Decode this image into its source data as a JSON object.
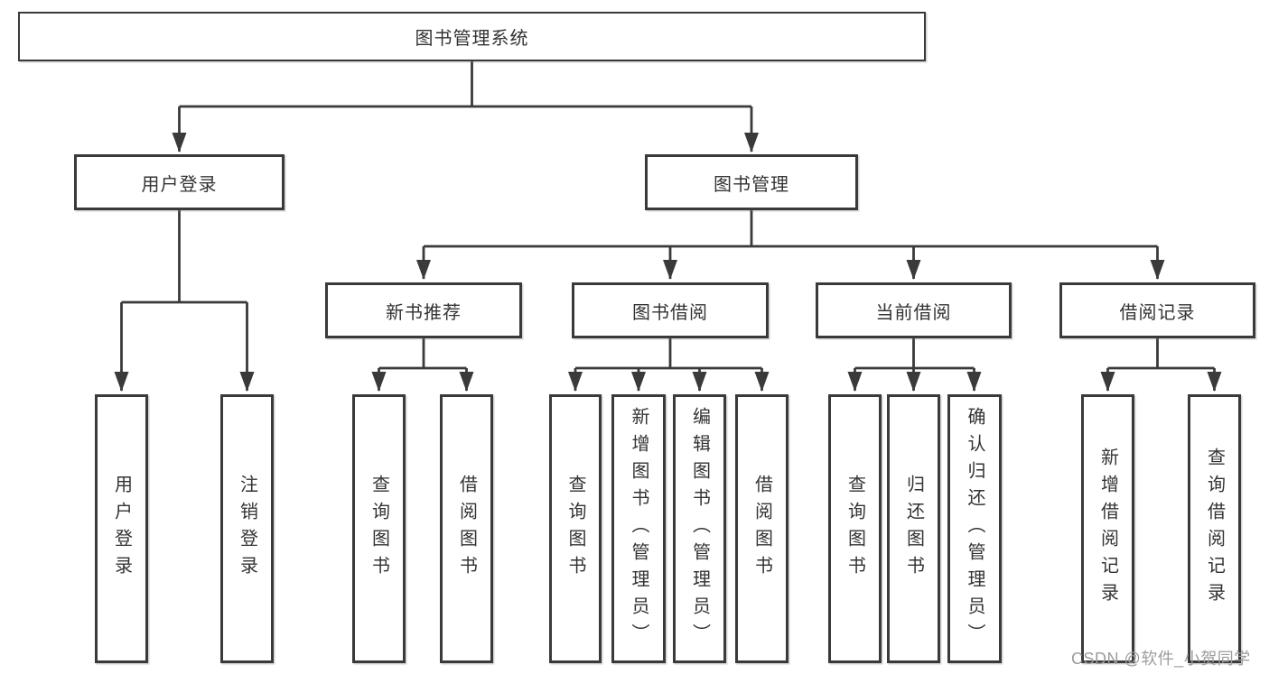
{
  "diagram": {
    "type": "hierarchy-tree",
    "root": {
      "label": "图书管理系统"
    },
    "level2": [
      {
        "label": "用户登录",
        "parent": "图书管理系统"
      },
      {
        "label": "图书管理",
        "parent": "图书管理系统"
      }
    ],
    "level3": [
      {
        "label": "新书推荐",
        "parent": "图书管理"
      },
      {
        "label": "图书借阅",
        "parent": "图书管理"
      },
      {
        "label": "当前借阅",
        "parent": "图书管理"
      },
      {
        "label": "借阅记录",
        "parent": "图书管理"
      }
    ],
    "leaves": [
      {
        "label": "用户登录",
        "parent": "用户登录"
      },
      {
        "label": "注销登录",
        "parent": "用户登录"
      },
      {
        "label": "查询图书",
        "parent": "新书推荐"
      },
      {
        "label": "借阅图书",
        "parent": "新书推荐"
      },
      {
        "label": "查询图书",
        "parent": "图书借阅"
      },
      {
        "label": "新增图书（管理员）",
        "parent": "图书借阅"
      },
      {
        "label": "编辑图书（管理员）",
        "parent": "图书借阅"
      },
      {
        "label": "借阅图书",
        "parent": "图书借阅"
      },
      {
        "label": "查询图书",
        "parent": "当前借阅"
      },
      {
        "label": "归还图书",
        "parent": "当前借阅"
      },
      {
        "label": "确认归还（管理员）",
        "parent": "当前借阅"
      },
      {
        "label": "新增借阅记录",
        "parent": "借阅记录"
      },
      {
        "label": "查询借阅记录",
        "parent": "借阅记录"
      }
    ]
  },
  "watermark": {
    "text": "CSDN @软件_小贺同学"
  },
  "colors": {
    "line": "#3a3a3a",
    "box_border": "#3a3a3a",
    "text": "#333333",
    "background": "#ffffff",
    "watermark": "#9c9c9c"
  }
}
